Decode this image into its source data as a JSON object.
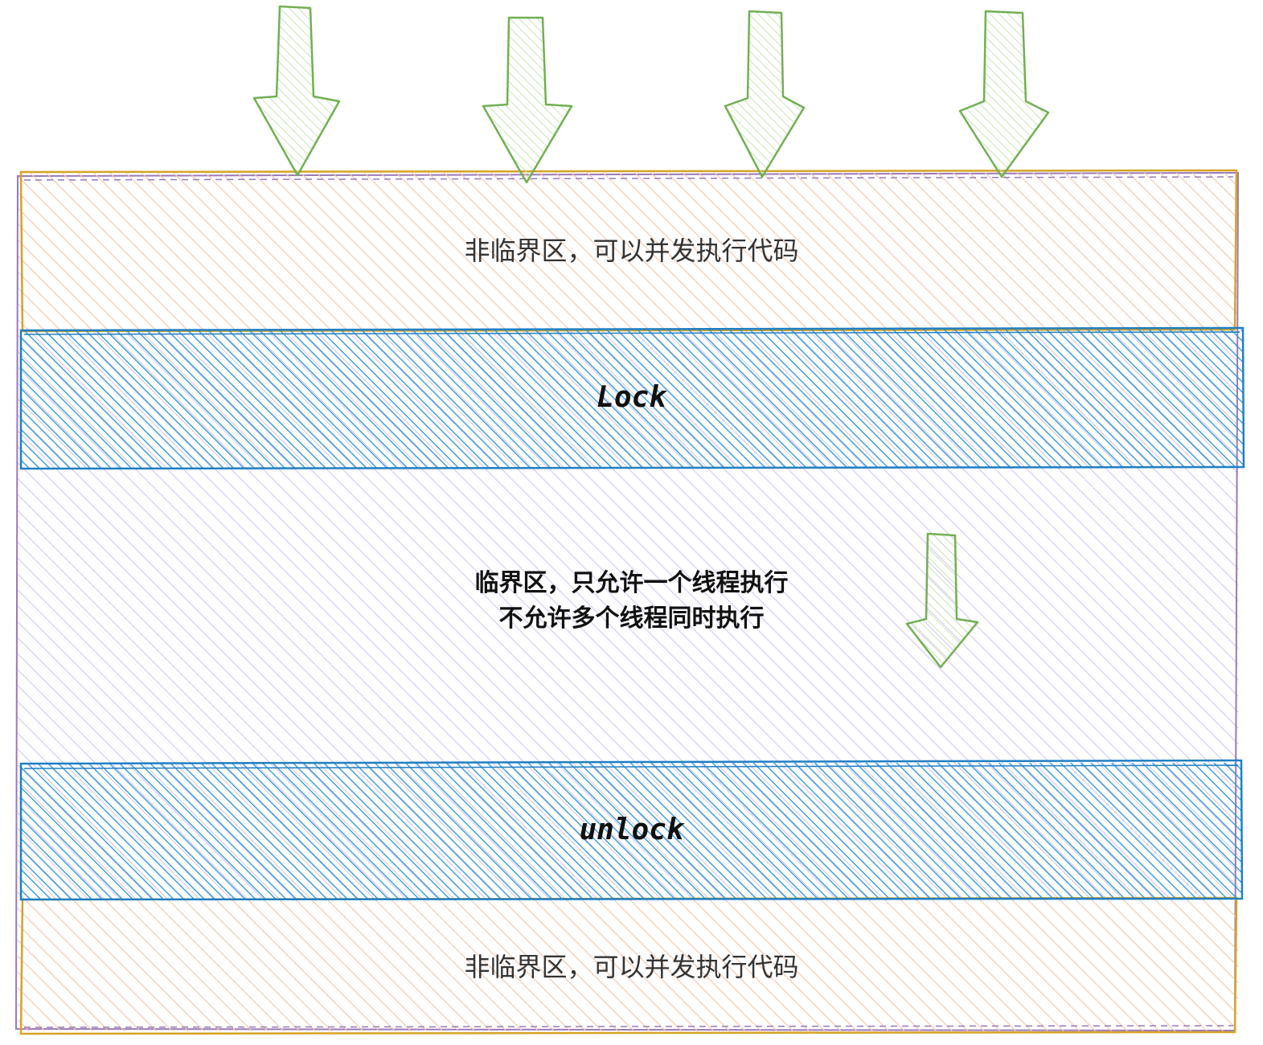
{
  "colors": {
    "orange_stroke": "#d6a324",
    "orange_fill": "#f6cfb0",
    "purple_stroke": "#9a79b8",
    "purple_fill": "#d4c8ea",
    "blue_stroke": "#1f7fc4",
    "blue_fill": "#2a93d8",
    "green_stroke": "#71b053",
    "green_fill": "#c6e6b4"
  },
  "regions": {
    "top_non_critical": {
      "label": "非临界区，可以并发执行代码"
    },
    "lock_band": {
      "label": "Lock"
    },
    "critical_section": {
      "line1": "临界区，只允许一个线程执行",
      "line2": "不允许多个线程同时执行"
    },
    "unlock_band": {
      "label": "unlock"
    },
    "bottom_non_critical": {
      "label": "非临界区，可以并发执行代码"
    }
  },
  "icons": {
    "incoming_threads": [
      "arrow-down-icon",
      "arrow-down-icon",
      "arrow-down-icon",
      "arrow-down-icon"
    ],
    "single_thread": "arrow-down-icon"
  }
}
